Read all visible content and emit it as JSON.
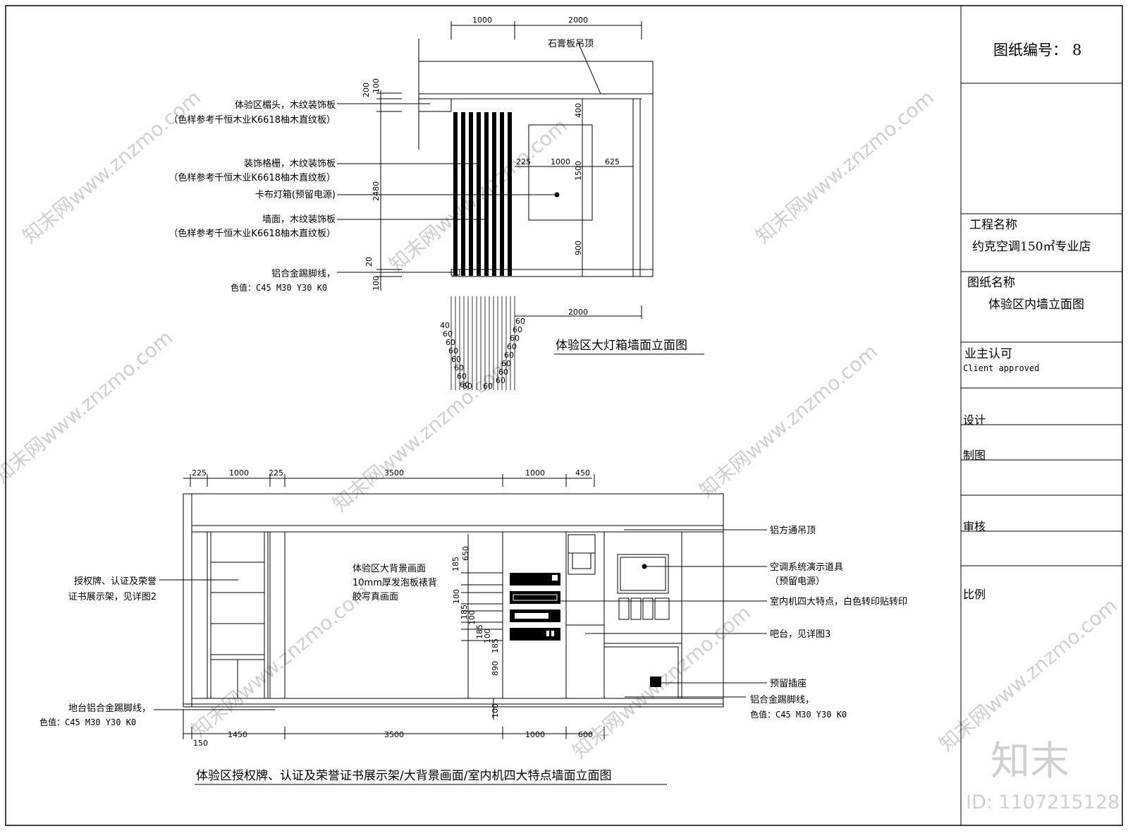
{
  "title_block": {
    "drawing_no_label": "图纸编号：",
    "drawing_no": "8",
    "project_label": "工程名称",
    "project_name": "约克空调150㎡专业店",
    "drawing_name_label": "图纸名称",
    "drawing_name": "体验区内墙立面图",
    "owner_label": "业主认可",
    "owner_label_en": "Client approved",
    "design_label": "设计",
    "draft_label": "制图",
    "review_label": "审核",
    "scale_label": "比例"
  },
  "top_view": {
    "title": "体验区大灯箱墙面立面图",
    "dims_top": [
      "1000",
      "2000"
    ],
    "ceiling_label": "石膏板吊顶",
    "dims_left": [
      "200",
      "100",
      "2480",
      "20",
      "100"
    ],
    "dims_box": [
      "225",
      "1000",
      "625",
      "1500",
      "400",
      "900"
    ],
    "dim_bottom": "2000",
    "slats_left": [
      "40",
      "60",
      "60",
      "60",
      "60",
      "60",
      "60",
      "60",
      "60"
    ],
    "slats_right": [
      "60",
      "60",
      "60",
      "60",
      "60",
      "60",
      "60",
      "60",
      "60"
    ],
    "callouts": [
      {
        "line1": "体验区楣头，木纹装饰板",
        "line2": "（色样参考千恒木业K6618柚木直纹板）"
      },
      {
        "line1": "装饰格栅，木纹装饰板",
        "line2": "（色样参考千恒木业K6618柚木直纹板）"
      },
      {
        "line1": "卡布灯箱(预留电源)",
        "line2": ""
      },
      {
        "line1": "墙面，木纹装饰板",
        "line2": "（色样参考千恒木业K6618柚木直纹板）"
      },
      {
        "line1": "铝合金踢脚线，",
        "line2": "色值：C45 M30 Y30 K0"
      }
    ]
  },
  "bottom_view": {
    "title": "体验区授权牌、认证及荣誉证书展示架/大背景画面/室内机四大特点墙面立面图",
    "dims_top": [
      "225",
      "1000",
      "225",
      "3500",
      "1000",
      "450"
    ],
    "dims_bottom": [
      "150",
      "1450",
      "3500",
      "1000",
      "600"
    ],
    "dims_vertical": [
      "185",
      "650",
      "100",
      "185",
      "100",
      "185",
      "100",
      "185",
      "890",
      "100"
    ],
    "left_callouts": [
      {
        "line1": "授权牌、认证及荣誉",
        "line2": "证书展示架，见详图2"
      },
      {
        "line1": "地台铝合金踢脚线，",
        "line2": "色值：C45 M30 Y30 K0"
      }
    ],
    "center_note": [
      "体验区大背景画面",
      "10mm厚发泡板裱背",
      "胶写真画面"
    ],
    "right_callouts": [
      {
        "line1": "铝方通吊顶",
        "line2": ""
      },
      {
        "line1": "空调系统演示道具",
        "line2": "（预留电源）"
      },
      {
        "line1": "室内机四大特点，白色转印贴转印",
        "line2": ""
      },
      {
        "line1": "吧台，见详图3",
        "line2": ""
      },
      {
        "line1": "预留插座",
        "line2": ""
      },
      {
        "line1": "铝合金踢脚线，",
        "line2": "色值：C45 M30 Y30 K0"
      }
    ]
  },
  "watermark": {
    "text": "知末网www.znzmo.com",
    "brand": "知末",
    "id_text": "ID: 1107215128",
    "color": "#d0d0d0"
  }
}
